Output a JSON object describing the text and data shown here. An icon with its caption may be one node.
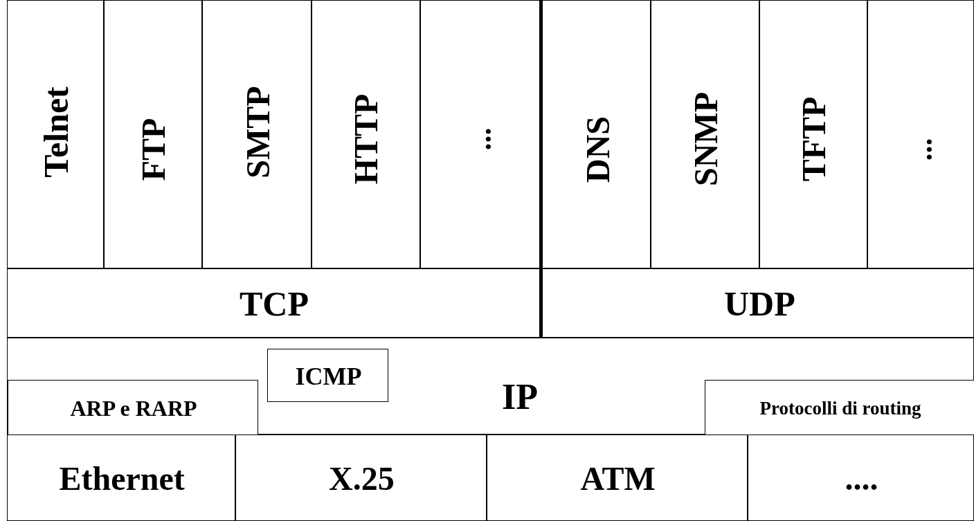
{
  "diagram": {
    "nodes": [
      {
        "text": [
          "Telnet"
        ]
      },
      {
        "text": [
          "FTP"
        ]
      },
      {
        "text": [
          "SMTP"
        ]
      },
      {
        "text": [
          "HTTP"
        ]
      },
      {
        "text": [
          "..."
        ]
      },
      {
        "text": [
          "DNS"
        ]
      },
      {
        "text": [
          "SNMP"
        ]
      },
      {
        "text": [
          "TFTP"
        ]
      },
      {
        "text": [
          "..."
        ]
      },
      {
        "text": [
          "TCP"
        ]
      },
      {
        "text": [
          "UDP"
        ]
      },
      {
        "text": [
          "IP"
        ]
      },
      {
        "text": [
          "ICMP"
        ],
        "in": 11
      },
      {
        "text": [
          "ARP e RARP"
        ],
        "in": 11
      },
      {
        "text": [
          "Protocolli di routing"
        ],
        "in": 11
      },
      {
        "text": [
          "Ethernet"
        ]
      },
      {
        "text": [
          "X.25"
        ]
      },
      {
        "text": [
          "ATM"
        ]
      },
      {
        "text": [
          "...."
        ]
      }
    ]
  }
}
